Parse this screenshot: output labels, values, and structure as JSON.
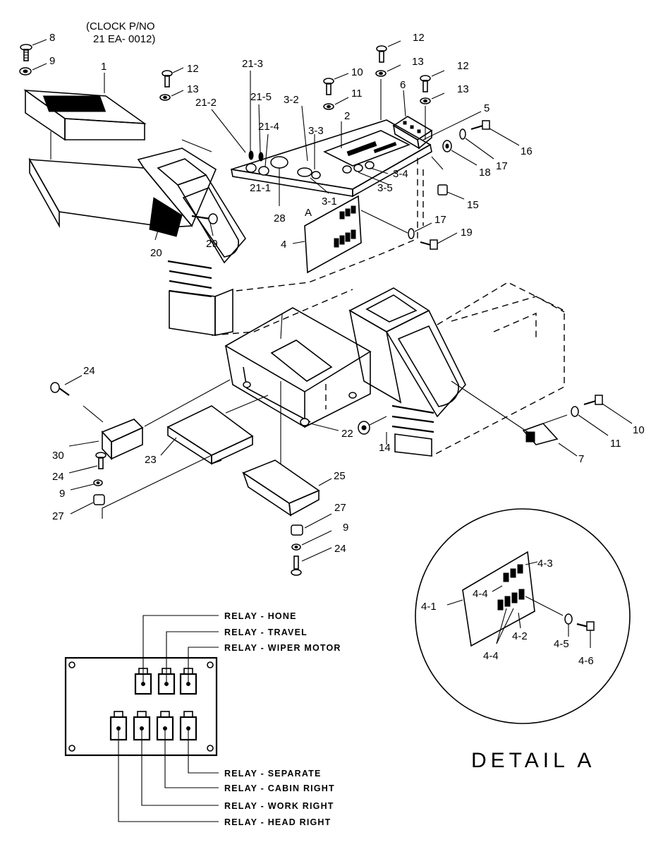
{
  "clock_note": {
    "line1": "(CLOCK P/NO",
    "line2": "21 EA- 0012)"
  },
  "callouts": [
    {
      "id": "c8",
      "text": "8"
    },
    {
      "id": "c9a",
      "text": "9"
    },
    {
      "id": "c1",
      "text": "1"
    },
    {
      "id": "c12a",
      "text": "12"
    },
    {
      "id": "c13a",
      "text": "13"
    },
    {
      "id": "c21_2",
      "text": "21-2"
    },
    {
      "id": "c21_3",
      "text": "21-3"
    },
    {
      "id": "c21_5",
      "text": "21-5"
    },
    {
      "id": "c21_4",
      "text": "21-4"
    },
    {
      "id": "c21_1",
      "text": "21-1"
    },
    {
      "id": "c28",
      "text": "28"
    },
    {
      "id": "c3_2",
      "text": "3-2"
    },
    {
      "id": "c3_3",
      "text": "3-3"
    },
    {
      "id": "c3_1",
      "text": "3-1"
    },
    {
      "id": "c10a",
      "text": "10"
    },
    {
      "id": "c11a",
      "text": "11"
    },
    {
      "id": "c2",
      "text": "2"
    },
    {
      "id": "c3_4",
      "text": "3-4"
    },
    {
      "id": "c3_5",
      "text": "3-5"
    },
    {
      "id": "c12b",
      "text": "12"
    },
    {
      "id": "c13b",
      "text": "13"
    },
    {
      "id": "c6",
      "text": "6"
    },
    {
      "id": "c12c",
      "text": "12"
    },
    {
      "id": "c13c",
      "text": "13"
    },
    {
      "id": "c5",
      "text": "5"
    },
    {
      "id": "c16",
      "text": "16"
    },
    {
      "id": "c17a",
      "text": "17"
    },
    {
      "id": "c18",
      "text": "18"
    },
    {
      "id": "c15",
      "text": "15"
    },
    {
      "id": "cA",
      "text": "A"
    },
    {
      "id": "c4",
      "text": "4"
    },
    {
      "id": "c17b",
      "text": "17"
    },
    {
      "id": "c19",
      "text": "19"
    },
    {
      "id": "c29",
      "text": "29"
    },
    {
      "id": "c20",
      "text": "20"
    },
    {
      "id": "c24a",
      "text": "24"
    },
    {
      "id": "c30",
      "text": "30"
    },
    {
      "id": "c24b",
      "text": "24"
    },
    {
      "id": "c9b",
      "text": "9"
    },
    {
      "id": "c27a",
      "text": "27"
    },
    {
      "id": "c23",
      "text": "23"
    },
    {
      "id": "c22",
      "text": "22"
    },
    {
      "id": "c14",
      "text": "14"
    },
    {
      "id": "c25",
      "text": "25"
    },
    {
      "id": "c27b",
      "text": "27"
    },
    {
      "id": "c9c",
      "text": "9"
    },
    {
      "id": "c24c",
      "text": "24"
    },
    {
      "id": "c10b",
      "text": "10"
    },
    {
      "id": "c11b",
      "text": "11"
    },
    {
      "id": "c7",
      "text": "7"
    },
    {
      "id": "c4_3",
      "text": "4-3"
    },
    {
      "id": "c4_4a",
      "text": "4-4"
    },
    {
      "id": "c4_1",
      "text": "4-1"
    },
    {
      "id": "c4_2",
      "text": "4-2"
    },
    {
      "id": "c4_5",
      "text": "4-5"
    },
    {
      "id": "c4_6",
      "text": "4-6"
    },
    {
      "id": "c4_4b",
      "text": "4-4"
    }
  ],
  "relay_labels": {
    "hone": "RELAY - HONE",
    "travel": "RELAY - TRAVEL",
    "wiper": "RELAY - WIPER MOTOR",
    "separate": "RELAY - SEPARATE",
    "cabin": "RELAY - CABIN RIGHT",
    "work": "RELAY - WORK RIGHT",
    "head": "RELAY - HEAD RIGHT"
  },
  "detail_title": "DETAIL A"
}
